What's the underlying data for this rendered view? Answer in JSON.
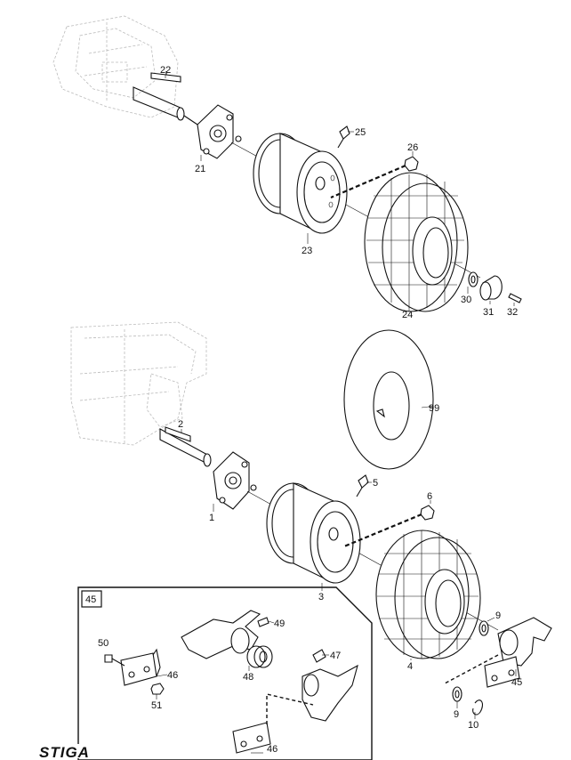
{
  "callouts": {
    "c1": "1",
    "c2": "2",
    "c3": "3",
    "c4": "4",
    "c5": "5",
    "c6": "6",
    "c9a": "9",
    "c9b": "9",
    "c10": "10",
    "c21": "21",
    "c22": "22",
    "c23": "23",
    "c24": "24",
    "c25": "25",
    "c26": "26",
    "c30": "30",
    "c31": "31",
    "c32": "32",
    "c45": "45",
    "c45box": "45",
    "c46a": "46",
    "c46b": "46",
    "c47": "47",
    "c48": "48",
    "c49": "49",
    "c50": "50",
    "c51": "51",
    "c99": "99"
  },
  "brand": {
    "logo": "STIGA"
  }
}
